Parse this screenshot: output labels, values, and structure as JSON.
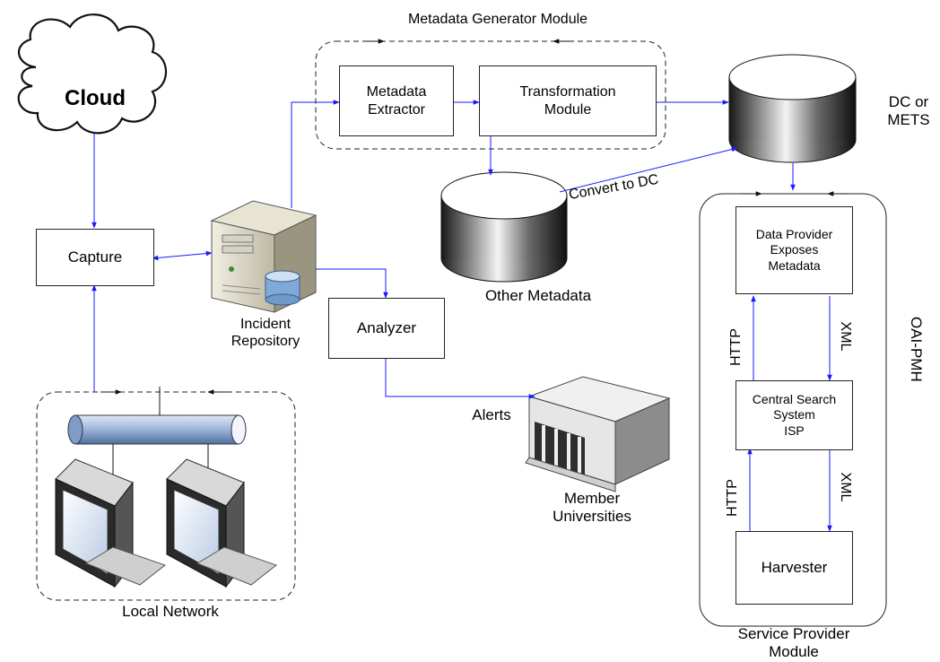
{
  "nodes": {
    "cloud": "Cloud",
    "capture": "Capture",
    "incident_repository": [
      "Incident",
      "Repository"
    ],
    "analyzer": "Analyzer",
    "member_universities": [
      "Member",
      "Universities"
    ],
    "metadata_generator_module": "Metadata Generator Module",
    "metadata_extractor": [
      "Metadata",
      "Extractor"
    ],
    "transformation_module": [
      "Transformation",
      "Module"
    ],
    "dc_or_mets": [
      "DC or",
      "METS"
    ],
    "other_metadata": "Other Metadata",
    "local_network": "Local Network",
    "data_provider": [
      "Data Provider",
      "Exposes",
      "Metadata"
    ],
    "central_search": [
      "Central Search",
      "System",
      "ISP"
    ],
    "harvester": "Harvester",
    "service_provider_module": [
      "Service Provider",
      "Module"
    ],
    "oai_pmh": "OAI-PMH"
  },
  "edges": {
    "convert_to_dc": "Convert to DC",
    "alerts": "Alerts",
    "http_upper": "HTTP",
    "xml_upper": "XML",
    "http_lower": "HTTP",
    "xml_lower": "XML"
  },
  "colors": {
    "arrow": "#1a1aff",
    "stroke": "#222222",
    "cylinder_dark": "#2a2a2a",
    "pipe_blue": "#9cb4d8"
  },
  "icons": [
    "cloud-icon",
    "server-icon",
    "database-icon",
    "network-pipe-icon",
    "monitor-icon",
    "building-icon"
  ]
}
